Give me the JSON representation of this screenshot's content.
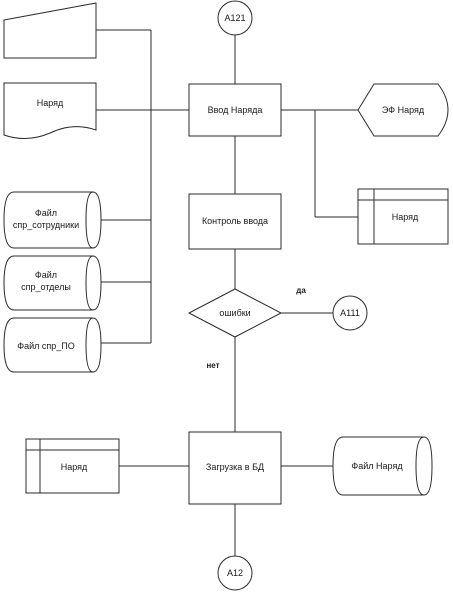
{
  "nodes": {
    "conn_a121": "A121",
    "manual_input_1": "",
    "document_naryad": "Наряд",
    "vvod": "Ввод Наряда",
    "ef_naryad": "ЭФ Наряд",
    "store_naryad_right": "Наряд",
    "kontrol": "Контроль ввода",
    "file_sotrudniki": "Файл спр_сотрудники",
    "file_otdely": "Файл спр_отделы",
    "file_po": "Файл спр_ПО",
    "decision": "ошибки",
    "conn_a111": "A111",
    "store_naryad_left": "Наряд",
    "zagruzka": "Загрузка в БД",
    "file_naryad": "Файл Наряд",
    "conn_a12": "A12"
  },
  "edge_labels": {
    "yes": "да",
    "no": "нет"
  }
}
